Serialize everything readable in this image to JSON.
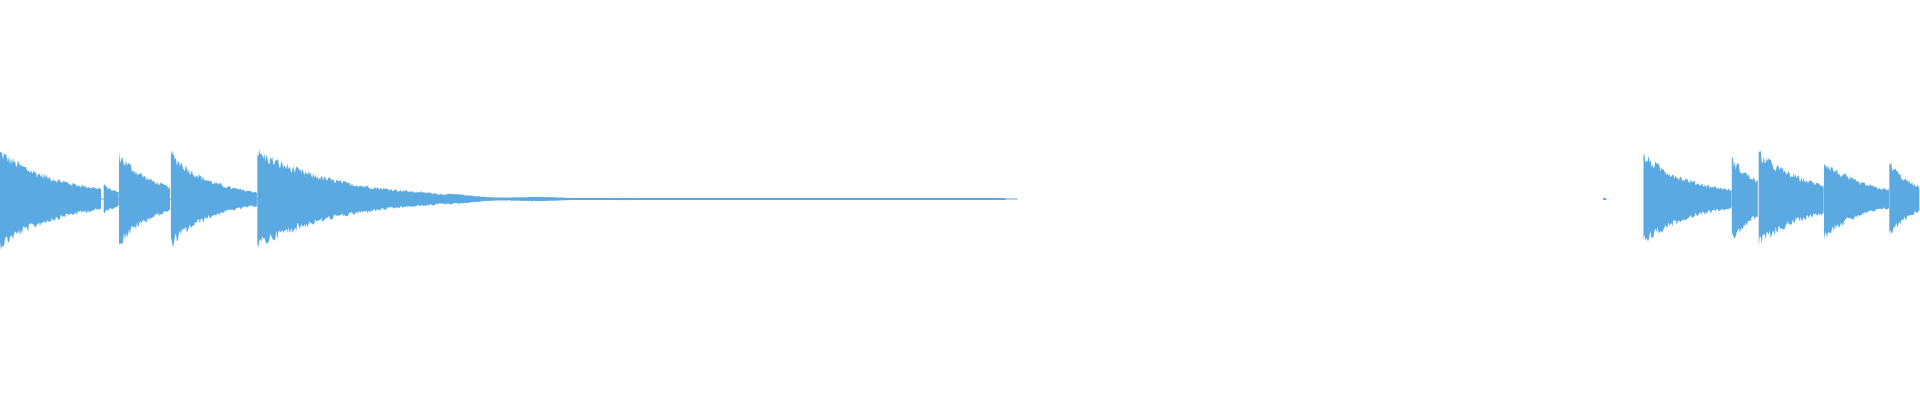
{
  "waveform": {
    "color": "#5aaae1",
    "background": "#ffffff",
    "duration_units": 1,
    "onsets": [
      {
        "time": 0.0,
        "amplitude": 1.0,
        "decay": 0.03,
        "floor": 0.06,
        "length": 0.053
      },
      {
        "time": 0.054,
        "amplitude": 0.3,
        "decay": 0.008,
        "floor": 0.06,
        "length": 0.008
      },
      {
        "time": 0.062,
        "amplitude": 0.95,
        "decay": 0.018,
        "floor": 0.05,
        "length": 0.027
      },
      {
        "time": 0.089,
        "amplitude": 0.98,
        "decay": 0.02,
        "floor": 0.05,
        "length": 0.045
      },
      {
        "time": 0.134,
        "amplitude": 1.0,
        "decay": 0.045,
        "floor": 0.02,
        "length": 0.39
      },
      {
        "time": 0.835,
        "amplitude": 0.02,
        "decay": 0.002,
        "floor": 0.0,
        "length": 0.002
      },
      {
        "time": 0.856,
        "amplitude": 0.92,
        "decay": 0.025,
        "floor": 0.06,
        "length": 0.046
      },
      {
        "time": 0.902,
        "amplitude": 0.85,
        "decay": 0.015,
        "floor": 0.06,
        "length": 0.014
      },
      {
        "time": 0.916,
        "amplitude": 0.97,
        "decay": 0.025,
        "floor": 0.06,
        "length": 0.034
      },
      {
        "time": 0.95,
        "amplitude": 0.8,
        "decay": 0.02,
        "floor": 0.06,
        "length": 0.034
      },
      {
        "time": 0.984,
        "amplitude": 0.78,
        "decay": 0.012,
        "floor": 0.06,
        "length": 0.016
      }
    ]
  }
}
